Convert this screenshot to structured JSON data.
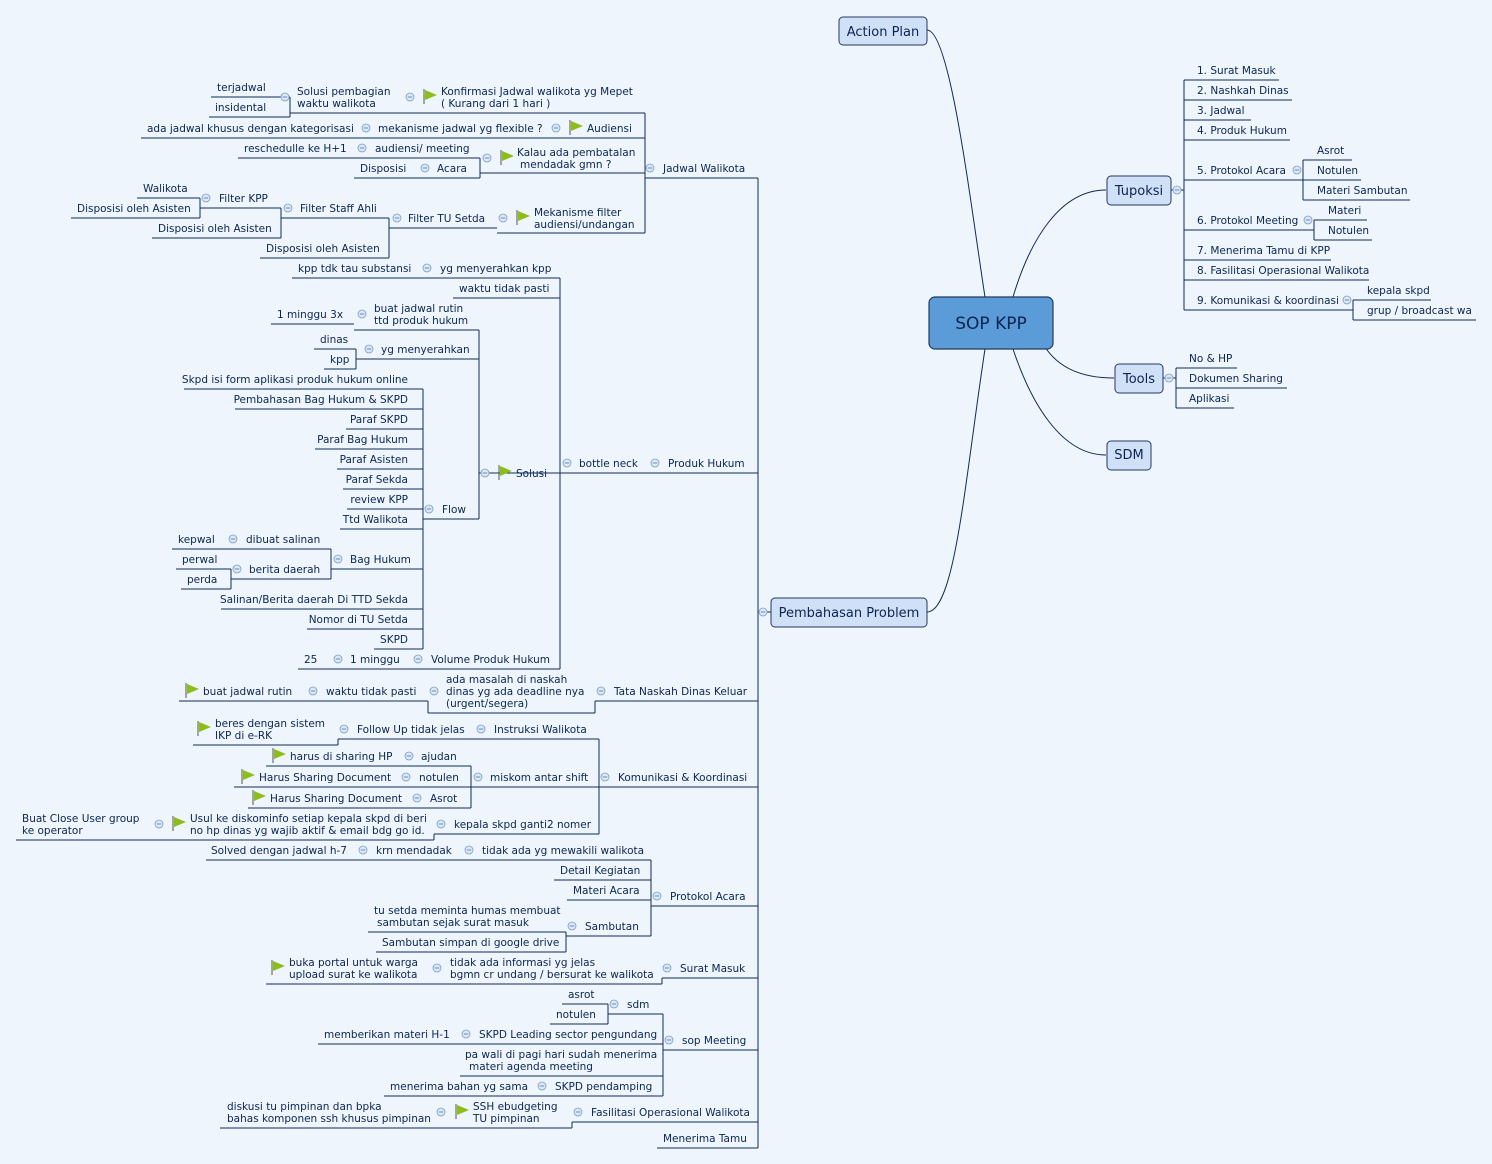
{
  "colors": {
    "background": "#eef5fc",
    "central_fill": "#5b9bd8",
    "topic_fill": "#cfe0f7",
    "line": "#0f2a58",
    "flag": "#8dbd17"
  },
  "central": "SOP KPP",
  "topics": {
    "action_plan": "Action Plan",
    "tupoksi": "Tupoksi",
    "tools": "Tools",
    "sdm": "SDM",
    "pembahasan": "Pembahasan Problem"
  },
  "tupoksi": {
    "t1": "1. Surat Masuk",
    "t2": "2. Nashkah Dinas",
    "t3": "3. Jadwal",
    "t4": "4. Produk Hukum",
    "t5": "5. Protokol Acara",
    "t5a": "Asrot",
    "t5b": "Notulen",
    "t5c": "Materi Sambutan",
    "t6": "6. Protokol Meeting",
    "t6a": "Materi",
    "t6b": "Notulen",
    "t7": "7. Menerima Tamu di KPP",
    "t8": "8. Fasilitasi Operasional Walikota",
    "t9": "9. Komunikasi & koordinasi",
    "t9a": "kepala skpd",
    "t9b": "grup / broadcast wa"
  },
  "tools": {
    "a": "No & HP",
    "b": "Dokumen Sharing",
    "c": "Aplikasi"
  },
  "jadwal": {
    "main": "Jadwal Walikota",
    "konfirmasi": [
      "Konfirmasi Jadwal walikota yg Mepet",
      "( Kurang dari 1 hari )"
    ],
    "solusi": [
      "Solusi pembagian",
      "waktu walikota"
    ],
    "terjadwal": "terjadwal",
    "insidental": "insidental",
    "audiensi": "Audiensi",
    "mekanisme_flex": "mekanisme jadwal yg flexible ?",
    "ada_jadwal": "ada jadwal khusus dengan kategorisasi",
    "kalau": [
      "Kalau ada pembatalan",
      "mendadak gmn ?"
    ],
    "audiensi_meeting": "audiensi/ meeting",
    "reschedule": "reschedulle ke H+1",
    "acara": "Acara",
    "disposisi": "Disposisi",
    "mek_filter": [
      "Mekanisme filter",
      "audiensi/undangan"
    ],
    "filter_tu": "Filter TU Setda",
    "filter_staff": "Filter Staff Ahli",
    "filter_kpp": "Filter KPP",
    "walikota": "Walikota",
    "disp_asisten1": "Disposisi oleh Asisten",
    "disp_asisten2": "Disposisi oleh Asisten",
    "disp_asisten3": "Disposisi oleh Asisten"
  },
  "produk": {
    "main": "Produk Hukum",
    "bottle": "bottle neck",
    "yg_menyerahkan_kpp": "yg menyerahkan kpp",
    "kpp_tdk": "kpp tdk tau substansi",
    "waktu_tdk": "waktu tidak pasti",
    "solusi": "Solusi",
    "buat_jadwal": [
      "buat jadwal rutin",
      "ttd produk hukum"
    ],
    "satu_minggu_3x": "1 minggu 3x",
    "yg_menyerahkan": "yg menyerahkan",
    "dinas": "dinas",
    "kpp": "kpp",
    "flow": "Flow",
    "flow_items": [
      "Skpd isi form aplikasi produk hukum online",
      "Pembahasan Bag Hukum & SKPD",
      "Paraf SKPD",
      "Paraf Bag Hukum",
      "Paraf Asisten",
      "Paraf Sekda",
      "review KPP",
      "Ttd Walikota"
    ],
    "bag_hukum": "Bag Hukum",
    "dibuat_salinan": "dibuat salinan",
    "kepwal": "kepwal",
    "berita_daerah": "berita daerah",
    "perwal": "perwal",
    "perda": "perda",
    "salinan": "Salinan/Berita daerah Di TTD Sekda",
    "nomor": "Nomor di TU Setda",
    "skpd": "SKPD",
    "volume": "Volume Produk Hukum",
    "satu_minggu": "1 minggu",
    "n25": "25"
  },
  "naskah": {
    "main": "Tata Naskah Dinas Keluar",
    "masalah": [
      "ada masalah di naskah",
      "dinas yg ada deadline nya",
      "(urgent/segera)"
    ],
    "waktu": "waktu tidak pasti",
    "buat": "buat jadwal rutin"
  },
  "komunikasi": {
    "main": "Komunikasi & Koordinasi",
    "instruksi": "Instruksi Walikota",
    "follow": "Follow Up tidak jelas",
    "beres": [
      "beres dengan sistem",
      "IKP di e-RK"
    ],
    "miskom": "miskom antar shift",
    "ajudan": "ajudan",
    "harus_hp": "harus di sharing HP",
    "notulen": "notulen",
    "harus_doc1": "Harus Sharing Document",
    "asrot": "Asrot",
    "harus_doc2": "Harus Sharing Document",
    "kepala": "kepala skpd ganti2 nomer",
    "usul": [
      "Usul ke diskominfo setiap kepala skpd di beri",
      "no hp dinas yg wajib aktif & email bdg go id."
    ],
    "buat_close": [
      "Buat Close User group",
      "ke operator"
    ]
  },
  "protokol": {
    "main": "Protokol Acara",
    "tidak_ada": "tidak ada yg mewakili walikota",
    "krn": "krn mendadak",
    "solved": "Solved dengan jadwal h-7",
    "detail": "Detail Kegiatan",
    "materi": "Materi Acara",
    "sambutan": "Sambutan",
    "tu_setda": [
      "tu setda meminta humas membuat",
      "sambutan sejak surat masuk"
    ],
    "simpan": "Sambutan simpan di google drive"
  },
  "surat": {
    "main": "Surat Masuk",
    "tidak_info": [
      "tidak ada informasi yg jelas",
      "bgmn cr undang / bersurat ke walikota"
    ],
    "buka": [
      "buka portal untuk warga",
      "upload surat ke walikota"
    ]
  },
  "meeting": {
    "main": "sop Meeting",
    "sdm": "sdm",
    "asrot": "asrot",
    "notulen": "notulen",
    "leading": "SKPD Leading sector pengundang",
    "memberikan": "memberikan materi H-1",
    "pa_wali": [
      "pa wali di pagi hari sudah menerima",
      "materi agenda meeting"
    ],
    "pendamping": "SKPD pendamping",
    "menerima": "menerima bahan yg sama"
  },
  "fasilitasi": {
    "main": "Fasilitasi Operasional Walikota",
    "ssh": [
      "SSH ebudgeting",
      "TU pimpinan"
    ],
    "diskusi": [
      "diskusi tu pimpinan dan bpka",
      "bahas komponen ssh khusus pimpinan"
    ]
  },
  "tamu": {
    "main": "Menerima Tamu"
  }
}
